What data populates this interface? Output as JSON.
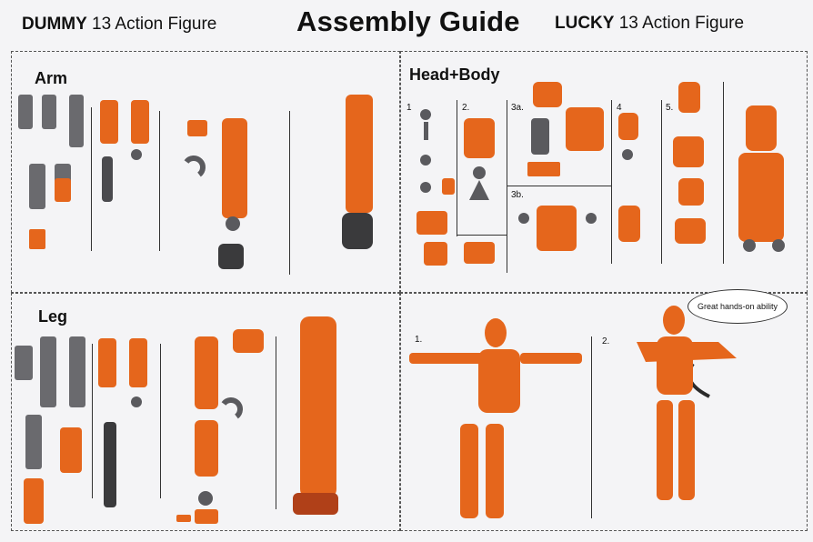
{
  "header": {
    "left_bold": "DUMMY",
    "left_rest": " 13 Action Figure",
    "title": "Assembly Guide",
    "right_bold": "LUCKY",
    "right_rest": " 13 Action Figure"
  },
  "sections": {
    "arm": "Arm",
    "head_body": "Head+Body",
    "leg": "Leg"
  },
  "steps": {
    "hb": [
      "1",
      "2.",
      "3a.",
      "3b.",
      "4",
      "5."
    ],
    "pose": [
      "1.",
      "2."
    ]
  },
  "bubble_text": "Great hands-on ability",
  "colors": {
    "orange": "#e5661c",
    "gray": "#5a5a5e",
    "dark": "#3a3a3c",
    "dashed": "#555555"
  }
}
